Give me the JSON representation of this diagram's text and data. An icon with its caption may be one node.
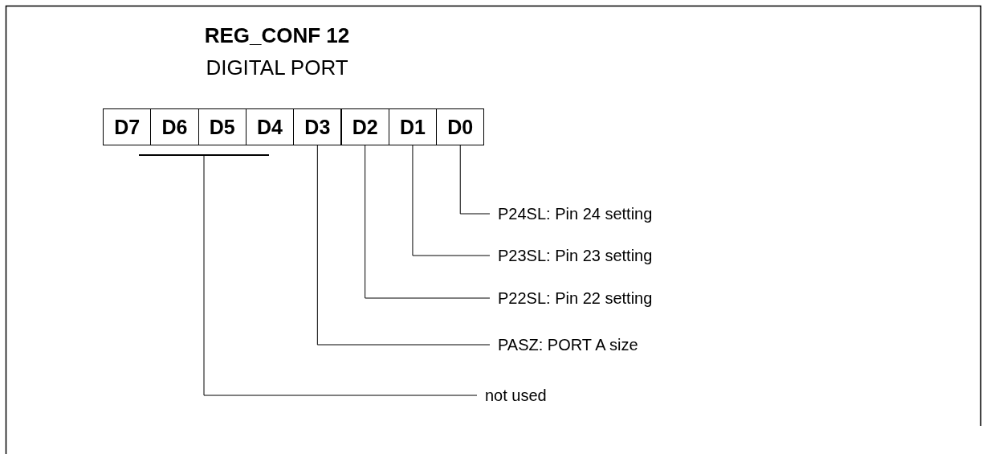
{
  "diagram": {
    "title": "REG_CONF 12",
    "nodes": [
      {
        "text": [
          "D7"
        ]
      },
      {
        "text": [
          "D6"
        ]
      },
      {
        "text": [
          "D5"
        ]
      },
      {
        "text": [
          "D4"
        ]
      },
      {
        "text": [
          "D3"
        ]
      },
      {
        "text": [
          "D2"
        ]
      },
      {
        "text": [
          "D1"
        ]
      },
      {
        "text": [
          "D0"
        ]
      },
      {
        "text": [
          "P24SL: Pin 24 setting"
        ]
      },
      {
        "text": [
          "P23SL: Pin 23 setting"
        ]
      },
      {
        "text": [
          "P22SL: Pin 22 setting"
        ]
      },
      {
        "text": [
          "PASZ: PORT A size"
        ]
      },
      {
        "text": [
          "not used"
        ]
      },
      {
        "text": [],
        "shape": "bar"
      }
    ],
    "edges": [
      {
        "from": 8,
        "to": 7,
        "arrow": "none"
      },
      {
        "from": 9,
        "to": 6,
        "arrow": "none"
      },
      {
        "from": 10,
        "to": 5,
        "arrow": "none"
      },
      {
        "from": 11,
        "to": 4,
        "arrow": "none"
      },
      {
        "from": 12,
        "to": 13,
        "arrow": "none"
      }
    ],
    "labels": [
      "DIGITAL PORT"
    ]
  }
}
